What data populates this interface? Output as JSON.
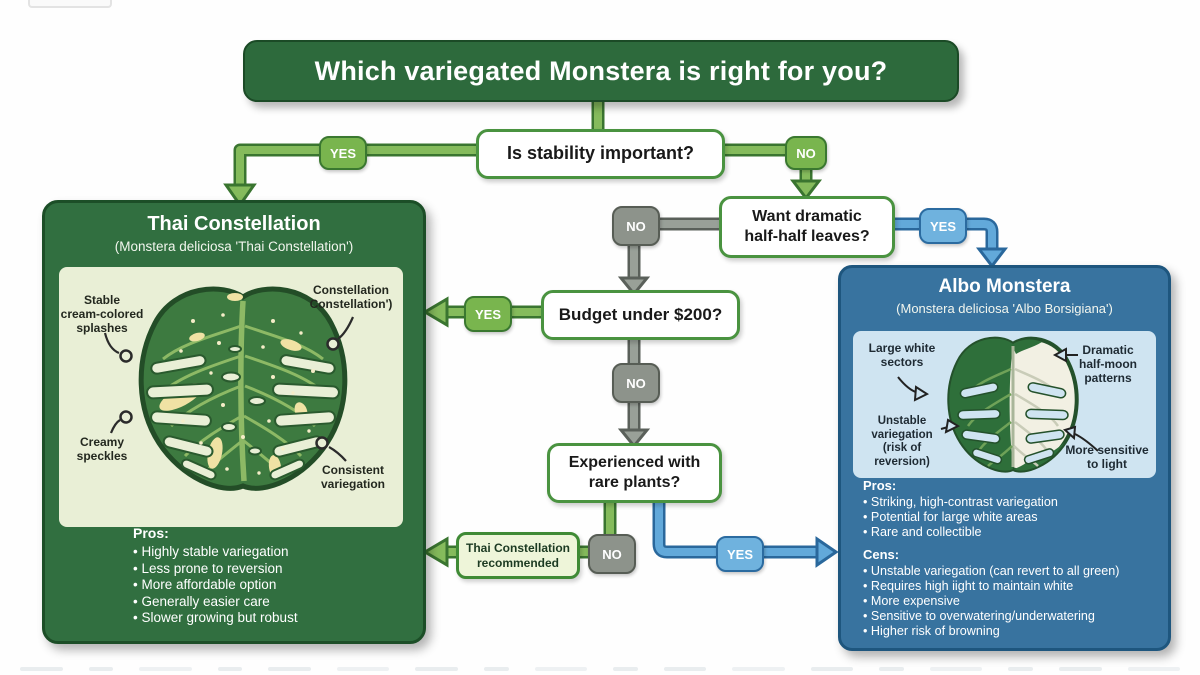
{
  "title": "Which variegated Monstera is right for you?",
  "labels": {
    "yes": "YES",
    "no": "NO"
  },
  "questions": {
    "stability": "Is stability important?",
    "dramatic": "Want dramatic\nhalf-half leaves?",
    "budget": "Budget under $200?",
    "experienced": "Experienced with\nrare plants?"
  },
  "recommendation": "Thai Constellation\nrecommended",
  "thai": {
    "title": "Thai Constellation",
    "subtitle": "(Monstera deliciosa 'Thai Constellation')",
    "annotations": {
      "splashes": "Stable\ncream-colored\nsplashes",
      "constellation": "Constellation\nConstellation')",
      "speckles": "Creamy\nspeckles",
      "consistent": "Consistent\nvariegation"
    },
    "pros_label": "Pros:",
    "pros": [
      "Highly stable variegation",
      "Less prone to reversion",
      "More affordable option",
      "Generally easier care",
      "Slower growing but robust"
    ]
  },
  "albo": {
    "title": "Albo Monstera",
    "subtitle": "(Monstera deliciosa 'Albo Borsigiana')",
    "annotations": {
      "large_white": "Large white\nsectors",
      "half_moon": "Dramatic\nhalf-moon\npatterns",
      "unstable": "Unstable\nvariegation\n(risk of reversion)",
      "sensitive": "More sensitive\nto light"
    },
    "pros_label": "Pros:",
    "pros": [
      "Striking, high-contrast variegation",
      "Potential for large white areas",
      "Rare and collectible"
    ],
    "cons_label": "Cens:",
    "cons": [
      "Unstable variegation (can revert to all green)",
      "Requires high iight to maintain white",
      "More expensive",
      "Sensitive to overwatering/underwatering",
      "Higher risk of browning"
    ]
  },
  "colors": {
    "banner_green": "#2d6a3c",
    "panel_green": "#316f40",
    "panel_blue": "#38739f",
    "inner_cream": "#e9efd6",
    "inner_light_blue": "#cfe4f1",
    "connector_green": "#85bb5c",
    "connector_gray": "#99a098",
    "connector_blue": "#62a9da"
  }
}
